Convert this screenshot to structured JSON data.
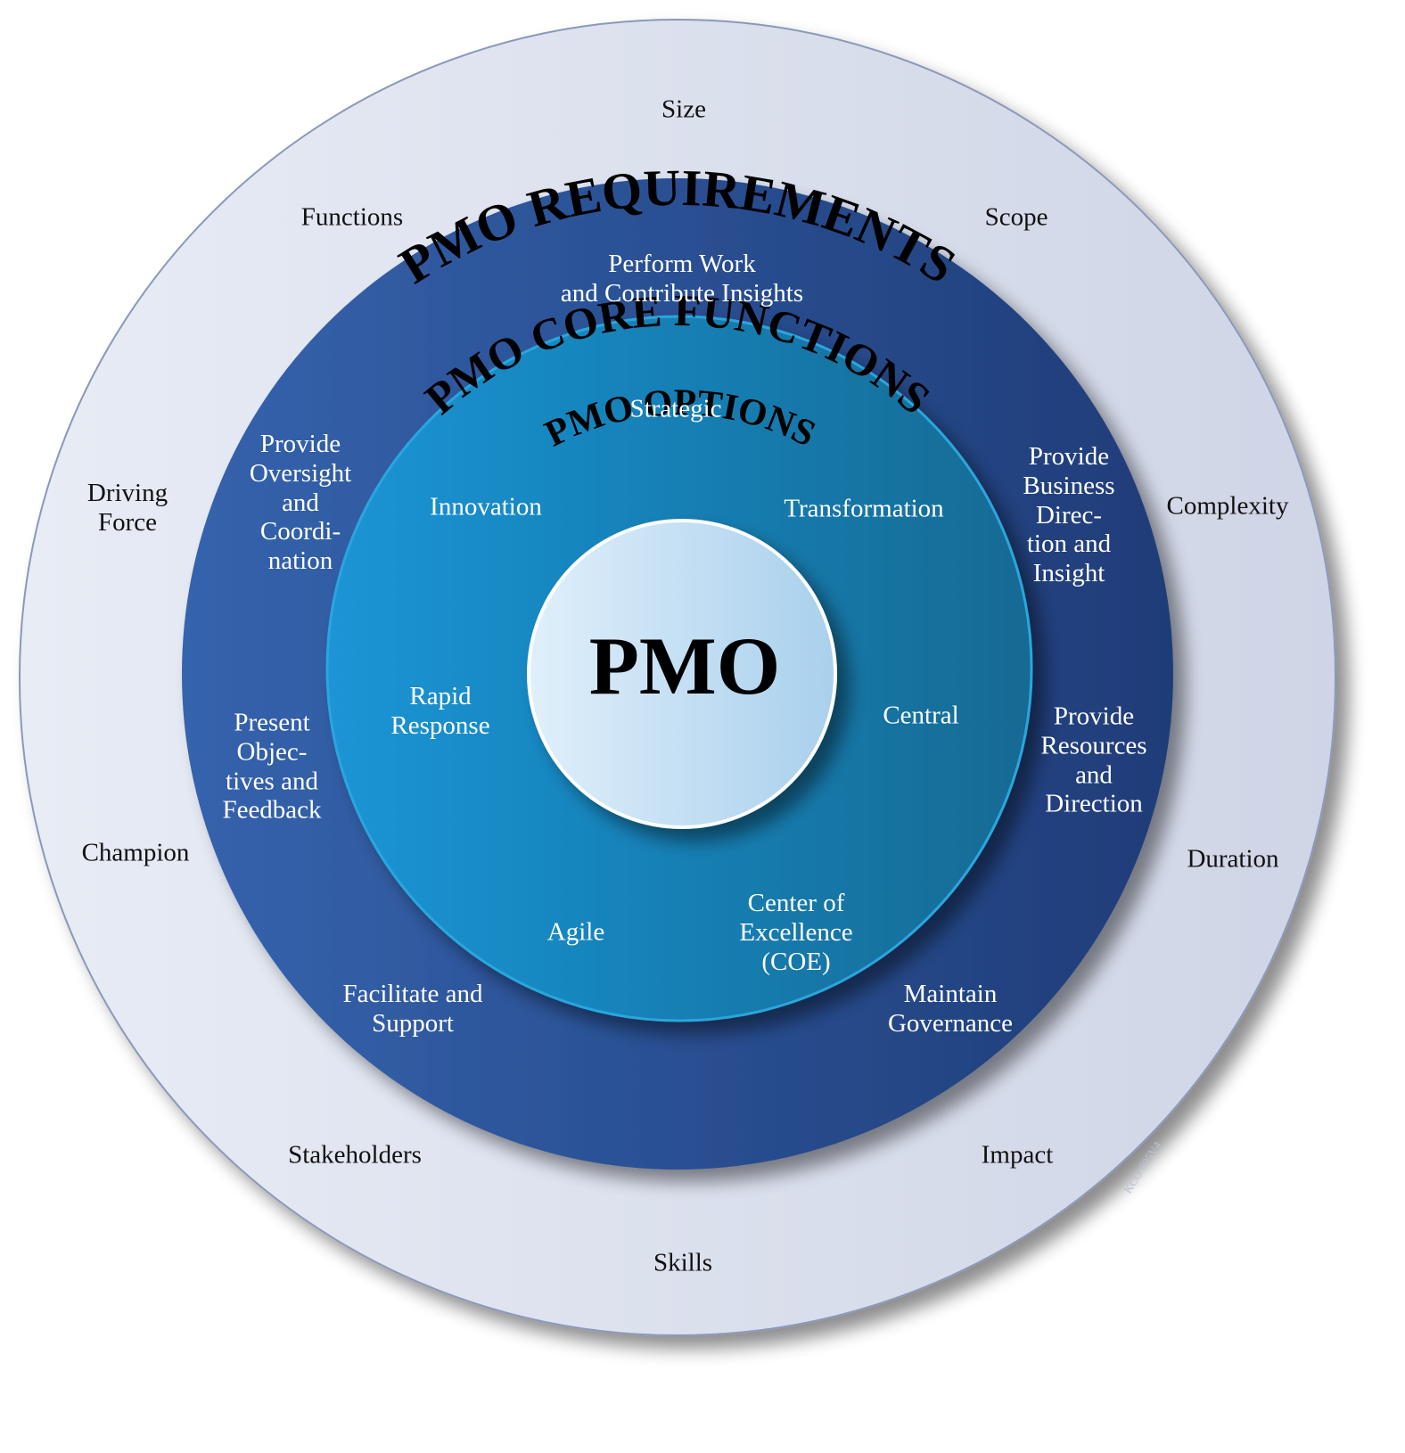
{
  "colors": {
    "outer_ring": "#e2e6f1",
    "core_ring": "#2a4f93",
    "options_ring": "#1682b8",
    "center": "#c6e0f4",
    "text_dark": "#111111",
    "text_light": "#ffffff"
  },
  "rings": {
    "requirements": {
      "title": "PMO REQUIREMENTS",
      "items": [
        "Size",
        "Scope",
        "Complexity",
        "Duration",
        "Impact",
        "Skills",
        "Stakeholders",
        "Champion",
        "Driving\nForce",
        "Functions"
      ]
    },
    "core_functions": {
      "title": "PMO CORE FUNCTIONS",
      "items": [
        "Perform Work\nand Contribute Insights",
        "Provide\nBusiness\nDirec-\ntion and\nInsight",
        "Provide\nResources\nand\nDirection",
        "Maintain\nGovernance",
        "Facilitate and\nSupport",
        "Present\nObjec-\ntives and\nFeedback",
        "Provide\nOversight\nand\nCoordi-\nnation"
      ]
    },
    "options": {
      "title": "PMO OPTIONS",
      "items": [
        "Strategic",
        "Transformation",
        "Central",
        "Center of\nExcellence\n(COE)",
        "Agile",
        "Rapid\nResponse",
        "Innovation"
      ]
    }
  },
  "center": {
    "label": "PMO"
  },
  "watermark": "KCO 695V4"
}
